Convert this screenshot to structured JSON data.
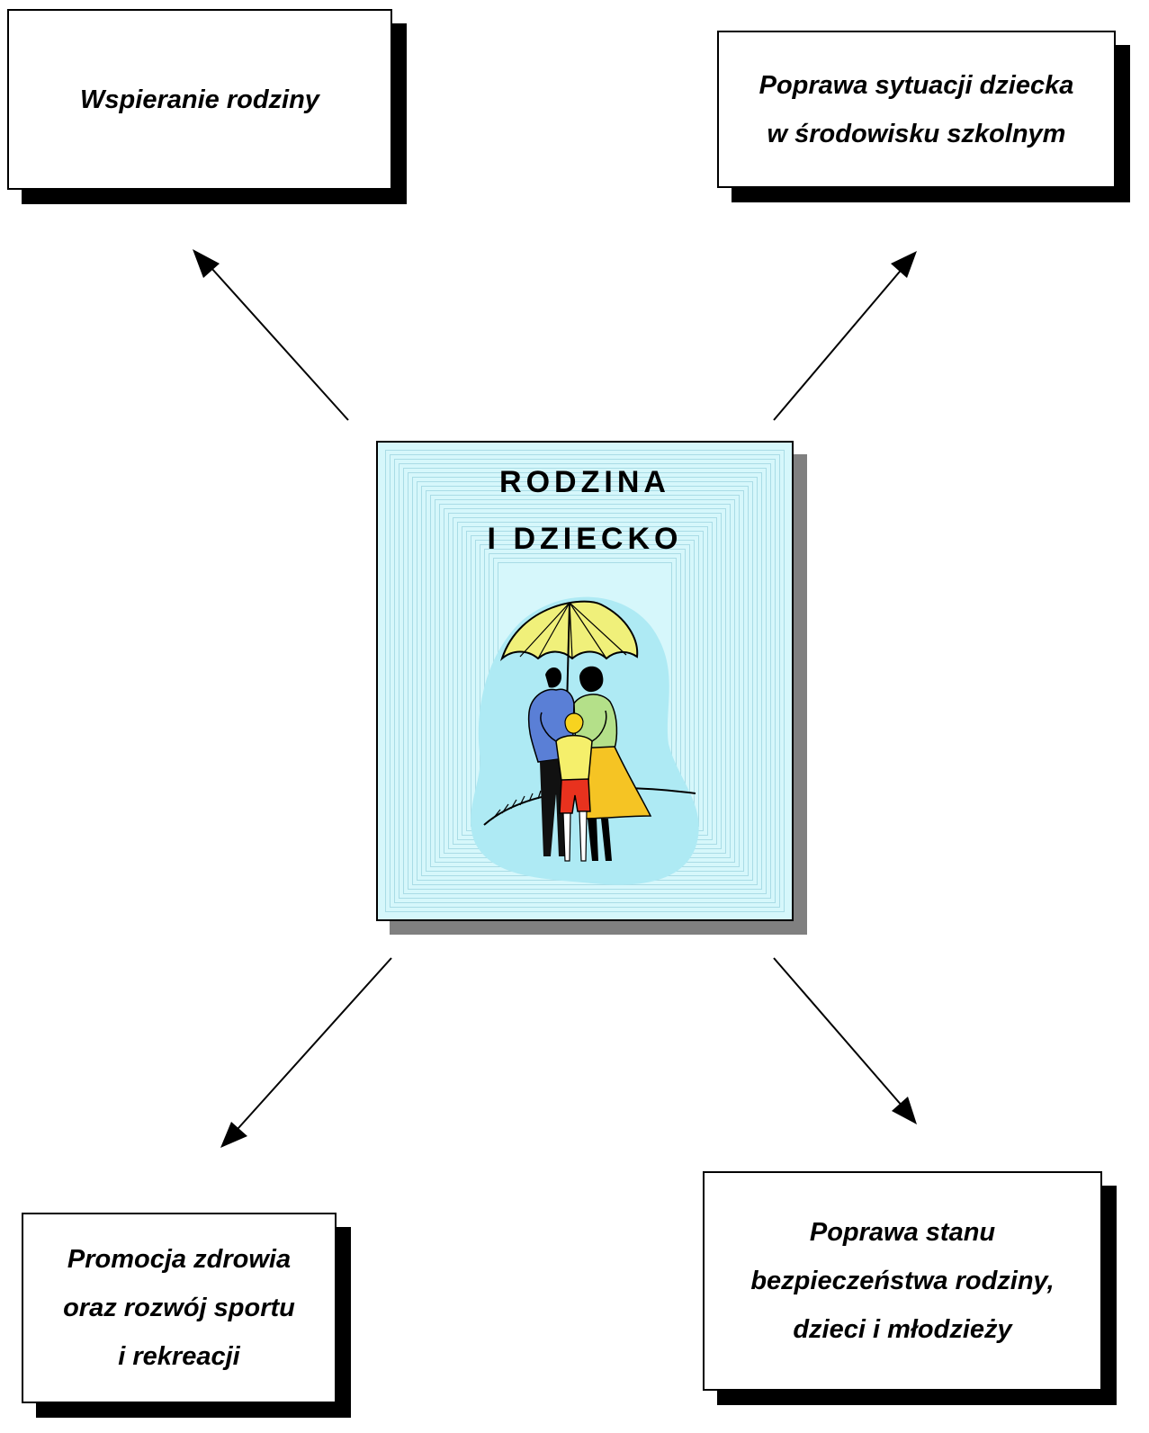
{
  "center": {
    "title_line_1": "RODZINA",
    "title_line_2": "I DZIECKO",
    "illustration": "family-under-umbrella-icon"
  },
  "goals": {
    "top_left": {
      "lines": [
        "Wspieranie rodziny"
      ]
    },
    "top_right": {
      "lines": [
        "Poprawa sytuacji dziecka",
        "w środowisku szkolnym"
      ]
    },
    "bottom_left": {
      "lines": [
        "Promocja zdrowia",
        "oraz rozwój sportu",
        "i rekreacji"
      ]
    },
    "bottom_right": {
      "lines": [
        "Poprawa stanu",
        "bezpieczeństwa rodziny,",
        "dzieci i młodzieży"
      ]
    }
  },
  "colors": {
    "panel_background": "#d6f7fb",
    "panel_shadow": "#808080",
    "box_shadow": "#000000",
    "umbrella": "#f0f07a",
    "blob": "#aeeaf4"
  }
}
